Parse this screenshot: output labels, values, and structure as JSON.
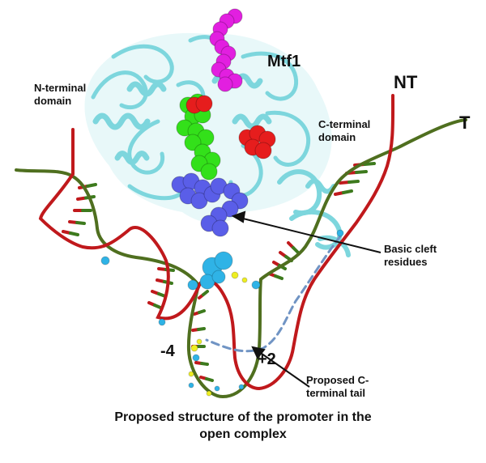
{
  "labels": {
    "protein_name": "Mtf1",
    "n_terminal_domain": "N-terminal\ndomain",
    "c_terminal_domain": "C-terminal\ndomain",
    "nontemplate_strand": "NT",
    "template_strand": "T",
    "basic_cleft": "Basic cleft\nresidues",
    "c_terminal_tail": "Proposed C-\nterminal tail",
    "position_minus4": "-4",
    "position_plus2": "+2"
  },
  "caption": {
    "line1": "Proposed structure of the promoter in the",
    "line2": "open complex"
  },
  "colors": {
    "protein_ribbon": "#7dd6dd",
    "nontemplate_strand": "#c0191c",
    "template_strand": "#4f6f1f",
    "base_pair_red": "#c0191c",
    "base_pair_green": "#3d7a1d",
    "magenta_residues": "#e21fe0",
    "green_residues": "#33e01a",
    "red_residues": "#e61d1d",
    "blue_residues": "#5a5ee8",
    "c_terminal_tail": "#7094c4",
    "cyan_spheres": "#2fb3e6",
    "yellow_spheres": "#eeee22"
  }
}
